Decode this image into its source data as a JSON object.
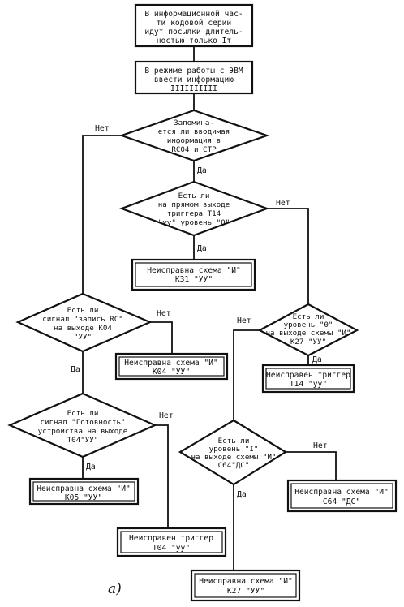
{
  "blocks": {
    "start": [
      "В информационной час-",
      "ти кодовой серии",
      "идут посылки длитель-",
      "ностью только Iτ"
    ],
    "input": [
      "В режиме работы с ЭВМ",
      "ввести информацию",
      "IIIIIIIIII"
    ],
    "q_recorded": [
      "Запомина-",
      "ется ли вводимая",
      "информация в",
      "RC04 и СТР"
    ],
    "q_trigger": [
      "Есть ли",
      "на прямом выходе",
      "триггера T14",
      "\"уу\" уровень \"0\""
    ],
    "r_k31": [
      "Неисправна схема \"И\"",
      "К31 \"УУ\""
    ],
    "q_signal_rc": [
      "Есть ли",
      "сигнал \"запись RC\"",
      "на выходе К04",
      "\"УУ\""
    ],
    "r_k04": [
      "Неисправна схема \"И\"",
      "К04 \"УУ\""
    ],
    "q_level0": [
      "Есть ли",
      "уровень \"0\"",
      "на выходе схемы \"И\"",
      "К27 \"УУ\""
    ],
    "r_t14": [
      "Неисправен триггер",
      "T14 \"уу\""
    ],
    "q_ready": [
      "Есть ли",
      "сигнал \"Готовность\"",
      "устройства на выходе",
      "T04\"УУ\""
    ],
    "q_level1": [
      "Есть ли",
      "уровень \"I\"",
      "на выходе схемы \"И\"",
      "С64\"ДС\""
    ],
    "r_k05": [
      "Неисправна схема \"И\"",
      "К05 \"УУ\""
    ],
    "r_c64": [
      "Неисправна схема \"И\"",
      "С64 \"ДС\""
    ],
    "r_t04": [
      "Неисправен триггер",
      "T04 \"уу\""
    ],
    "r_k27": [
      "Неисправна схема \"И\"",
      "К27 \"УУ\""
    ]
  },
  "labels": {
    "yes": "Да",
    "no": "Нет"
  },
  "caption": "а)"
}
